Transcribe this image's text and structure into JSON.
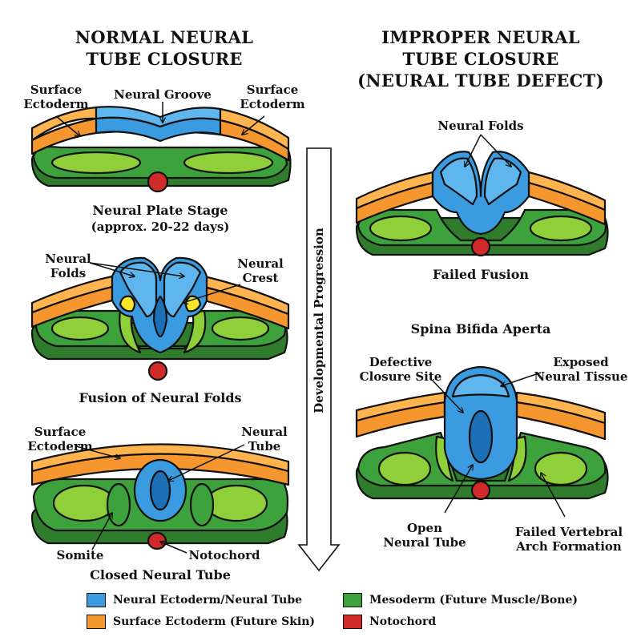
{
  "titles": {
    "normal": [
      "NORMAL NEURAL",
      "TUBE CLOSURE"
    ],
    "improper": [
      "IMPROPER NEURAL",
      "TUBE CLOSURE",
      "(NEURAL TUBE DEFECT)"
    ]
  },
  "normal": {
    "stage1": {
      "label_surface_left": [
        "Surface",
        "Ectoderm"
      ],
      "label_groove": "Neural Groove",
      "label_surface_right": [
        "Surface",
        "Ectoderm"
      ],
      "caption": [
        "Neural Plate Stage",
        "(approx. 20-22 days)"
      ]
    },
    "stage2": {
      "label_folds": [
        "Neural",
        "Folds"
      ],
      "label_crest": [
        "Neural",
        "Crest"
      ],
      "caption": "Fusion of Neural Folds"
    },
    "stage3": {
      "label_surface": [
        "Surface",
        "Ectoderm"
      ],
      "label_tube": [
        "Neural",
        "Tube"
      ],
      "label_somite": "Somite",
      "label_notochord": "Notochord",
      "caption": "Closed Neural Tube"
    }
  },
  "progression": "Developmental Progression",
  "improper": {
    "stage1": {
      "label_folds": "Neural Folds",
      "caption": "Failed Fusion"
    },
    "stage2": {
      "title": "Spina Bifida Aperta",
      "label_defect": [
        "Defective",
        "Closure Site"
      ],
      "label_exposed": [
        "Exposed",
        "Neural Tissue"
      ],
      "label_open": [
        "Open",
        "Neural Tube"
      ],
      "label_vertebral": [
        "Failed Vertebral",
        "Arch Formation"
      ]
    }
  },
  "legend": [
    {
      "label": "Neural Ectoderm/Neural Tube",
      "color": "#3a9be0"
    },
    {
      "label": "Mesoderm (Future Muscle/Bone)",
      "color": "#3ea23c"
    },
    {
      "label": "Surface Ectoderm (Future Skin)",
      "color": "#f5962e"
    },
    {
      "label": "Notochord",
      "color": "#d02b28"
    }
  ],
  "colors": {
    "blue": "#3a9be0",
    "blueDark": "#1d6fb8",
    "orange": "#f5962e",
    "orangeLight": "#ffb450",
    "green": "#3ea23c",
    "greenLight": "#8fd03a",
    "greenDark": "#2f7d2c",
    "red": "#d02b28",
    "yellow": "#f7e62a"
  }
}
